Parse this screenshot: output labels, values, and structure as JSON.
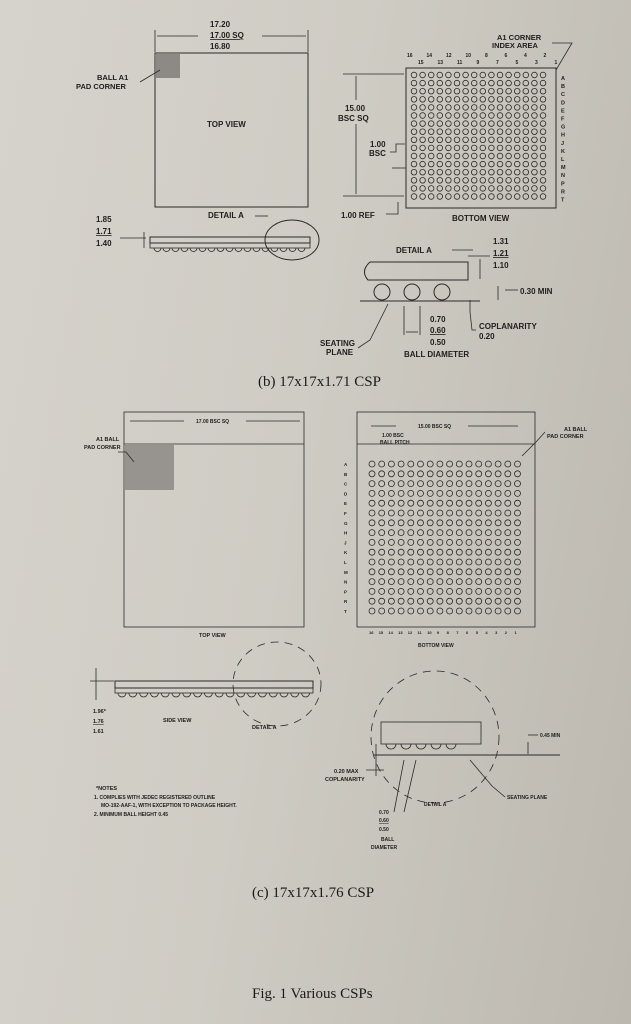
{
  "fig_b": {
    "dim_top": "17.20",
    "dim_mid": "17.00 SQ",
    "dim_bot": "16.80",
    "ball_a1_line1": "BALL A1",
    "ball_a1_line2": "PAD CORNER",
    "top_view": "TOP VIEW",
    "a1_corner_line1": "A1 CORNER",
    "a1_corner_line2": "INDEX AREA",
    "col_numbers_top": [
      "16",
      "14",
      "12",
      "10",
      "8",
      "6",
      "4",
      "2"
    ],
    "col_numbers_bottom": [
      "15",
      "13",
      "11",
      "9",
      "7",
      "5",
      "3",
      "1"
    ],
    "row_letters": [
      "A",
      "B",
      "C",
      "D",
      "E",
      "F",
      "G",
      "H",
      "J",
      "K",
      "L",
      "M",
      "N",
      "P",
      "R",
      "T"
    ],
    "bsc_sq_value": "15.00",
    "bsc_sq_label": "BSC SQ",
    "pitch_value": "1.00",
    "pitch_label": "BSC",
    "ref_label": "1.00 REF",
    "bottom_view": "BOTTOM VIEW",
    "h_top": "1.85",
    "h_mid": "1.71",
    "h_bot": "1.40",
    "detail_a": "DETAIL A",
    "detail_title": "DETAIL A",
    "d_top": "1.31",
    "d_mid": "1.21",
    "d_bot": "1.10",
    "min_label": "0.30 MIN",
    "seating_line1": "SEATING",
    "seating_line2": "PLANE",
    "ball_top": "0.70",
    "ball_mid": "0.60",
    "ball_bot": "0.50",
    "ball_diameter": "BALL DIAMETER",
    "coplanarity_label": "COPLANARITY",
    "coplanarity_value": "0.20",
    "caption": "(b) 17x17x1.71 CSP"
  },
  "fig_c": {
    "dim_top": "17.00 BSC SQ",
    "a1_ball_line1": "A1 BALL",
    "a1_ball_line2": "PAD CORNER",
    "top_view": "TOP VIEW",
    "bsc_sq": "15.00 BSC SQ",
    "pitch_line1": "1.00 BSC",
    "pitch_line2": "BALL PITCH",
    "a1_ball_right_line1": "A1 BALL",
    "a1_ball_right_line2": "PAD CORNER",
    "row_letters": [
      "A",
      "B",
      "C",
      "D",
      "E",
      "F",
      "G",
      "H",
      "J",
      "K",
      "L",
      "M",
      "N",
      "P",
      "R",
      "T"
    ],
    "col_numbers": [
      "16",
      "15",
      "14",
      "13",
      "12",
      "11",
      "10",
      "9",
      "8",
      "7",
      "6",
      "5",
      "4",
      "3",
      "2",
      "1"
    ],
    "bottom_view": "BOTTOM VIEW",
    "side_view": "SIDE VIEW",
    "detail_a": "DETAIL A",
    "h_top": "1.96*",
    "h_mid": "1.76",
    "h_bot": "1.61",
    "min_label": "0.45 MIN",
    "cop_value": "0.20 MAX",
    "cop_label": "COPLANARITY",
    "seating_plane": "SEATING PLANE",
    "detail_a_bottom": "DETAIL A",
    "notes_title": "*NOTES",
    "note1_line1": "1. COMPLIES WITH JEDEC REGISTERED OUTLINE",
    "note1_line2": "MO-192-AAF-1, WITH EXCEPTION TO PACKAGE HEIGHT.",
    "note2": "2. MINIMUM BALL HEIGHT 0.45",
    "ball_top": "0.70",
    "ball_mid": "0.60",
    "ball_bot": "0.50",
    "ball_line1": "BALL",
    "ball_line2": "DIAMETER",
    "caption": "(c) 17x17x1.76 CSP"
  },
  "figure_caption": "Fig. 1 Various CSPs",
  "colors": {
    "ink": "#202020",
    "a1_fill": "#8d8a85"
  }
}
